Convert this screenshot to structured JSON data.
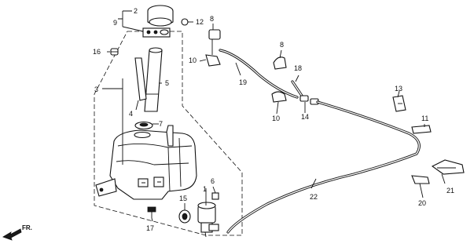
{
  "callouts": [
    {
      "id": "c1",
      "text": "1"
    },
    {
      "id": "c2",
      "text": "2"
    },
    {
      "id": "c3",
      "text": "3"
    },
    {
      "id": "c4",
      "text": "4"
    },
    {
      "id": "c5",
      "text": "5"
    },
    {
      "id": "c6",
      "text": "6"
    },
    {
      "id": "c7",
      "text": "7"
    },
    {
      "id": "c8a",
      "text": "8"
    },
    {
      "id": "c8b",
      "text": "8"
    },
    {
      "id": "c9",
      "text": "9"
    },
    {
      "id": "c10a",
      "text": "10"
    },
    {
      "id": "c10b",
      "text": "10"
    },
    {
      "id": "c11",
      "text": "11"
    },
    {
      "id": "c12",
      "text": "12"
    },
    {
      "id": "c13",
      "text": "13"
    },
    {
      "id": "c14",
      "text": "14"
    },
    {
      "id": "c15",
      "text": "15"
    },
    {
      "id": "c16",
      "text": "16"
    },
    {
      "id": "c17",
      "text": "17"
    },
    {
      "id": "c18",
      "text": "18"
    },
    {
      "id": "c19",
      "text": "19"
    },
    {
      "id": "c20",
      "text": "20"
    },
    {
      "id": "c21",
      "text": "21"
    },
    {
      "id": "c22",
      "text": "22"
    }
  ],
  "direction_label": "FR."
}
